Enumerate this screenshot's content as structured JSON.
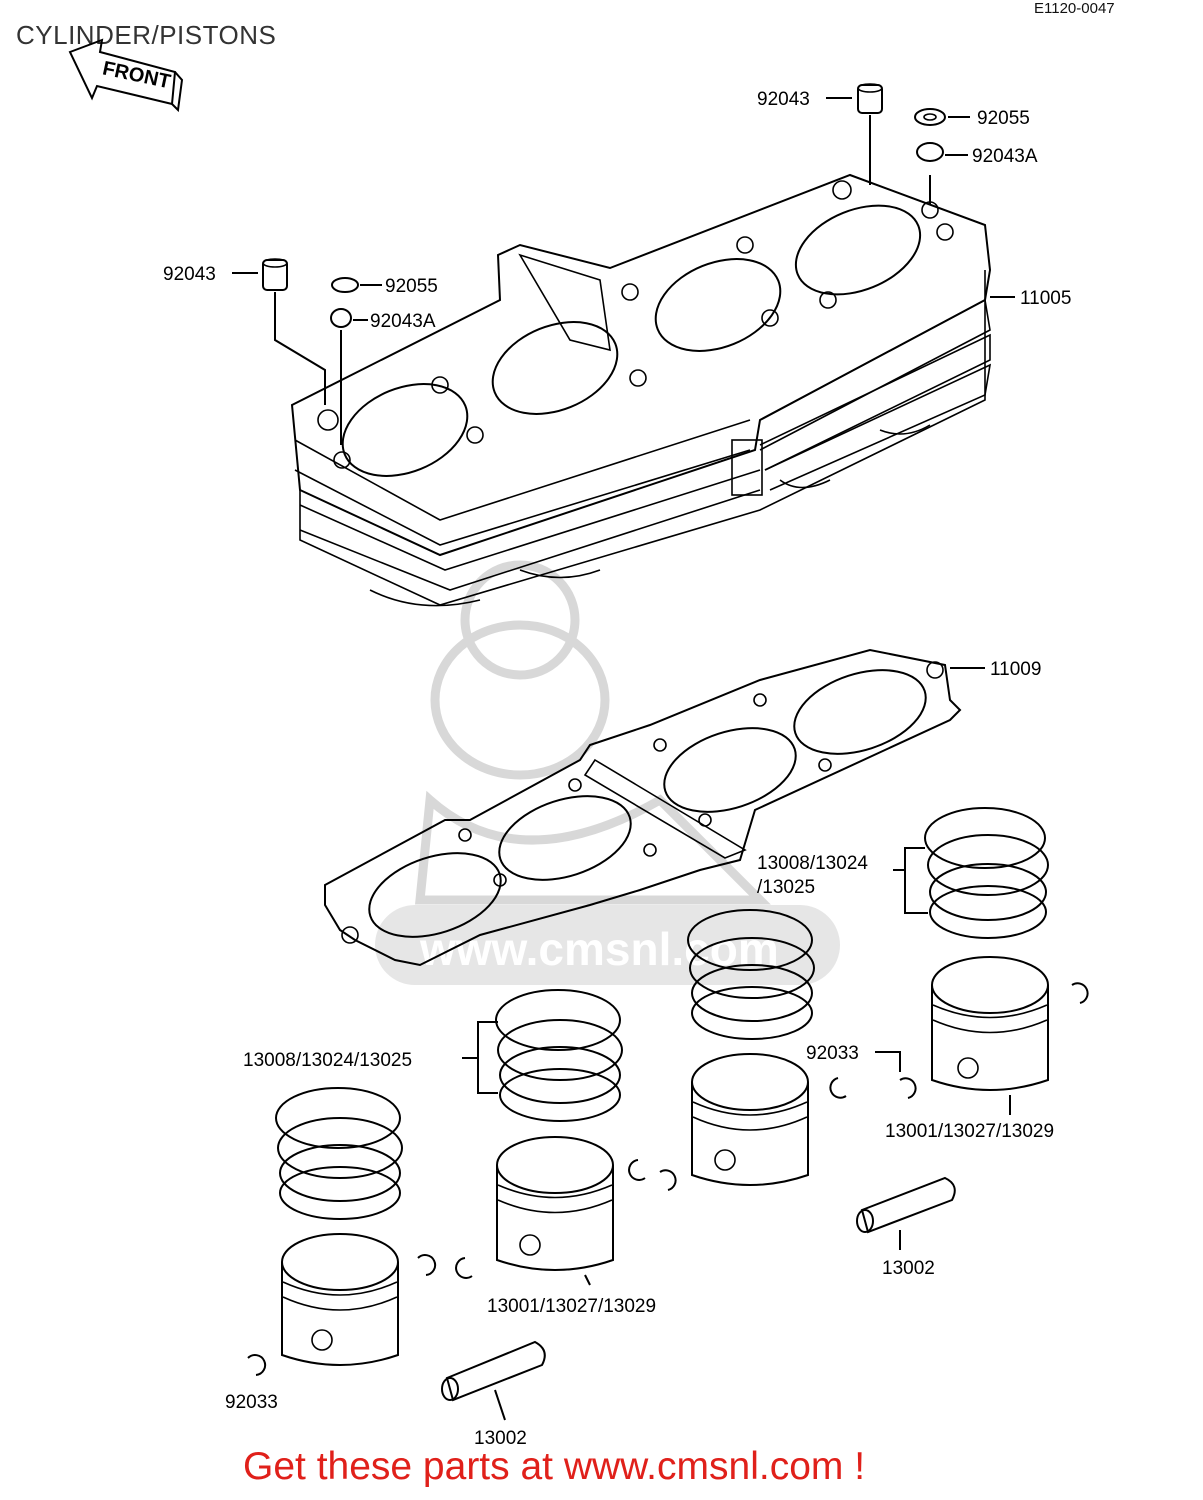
{
  "title": "CYLINDER/PISTONS",
  "diagram_code": "E1120-0047",
  "front_arrow_label": "FRONT",
  "footer": "Get these parts at www.cmsnl.com !",
  "watermark_text": "www.cmsnl.com",
  "colors": {
    "footer": "#e0201a",
    "line": "#000000",
    "watermark": "#d8d8d8"
  },
  "callouts": {
    "dowel_right": "92043",
    "oring_right": "92055",
    "dowel_a_right": "92043A",
    "dowel_left": "92043",
    "oring_left": "92055",
    "dowel_a_left": "92043A",
    "cylinder": "11005",
    "gasket": "11009",
    "rings_right": "13008/13024",
    "rings_right_2": "/13025",
    "rings_left": "13008/13024/13025",
    "circlip_mid": "92033",
    "piston_right": "13001/13027/13029",
    "piston_left": "13001/13027/13029",
    "pin_right": "13002",
    "circlip_bottom": "92033",
    "pin_bottom": "13002"
  }
}
